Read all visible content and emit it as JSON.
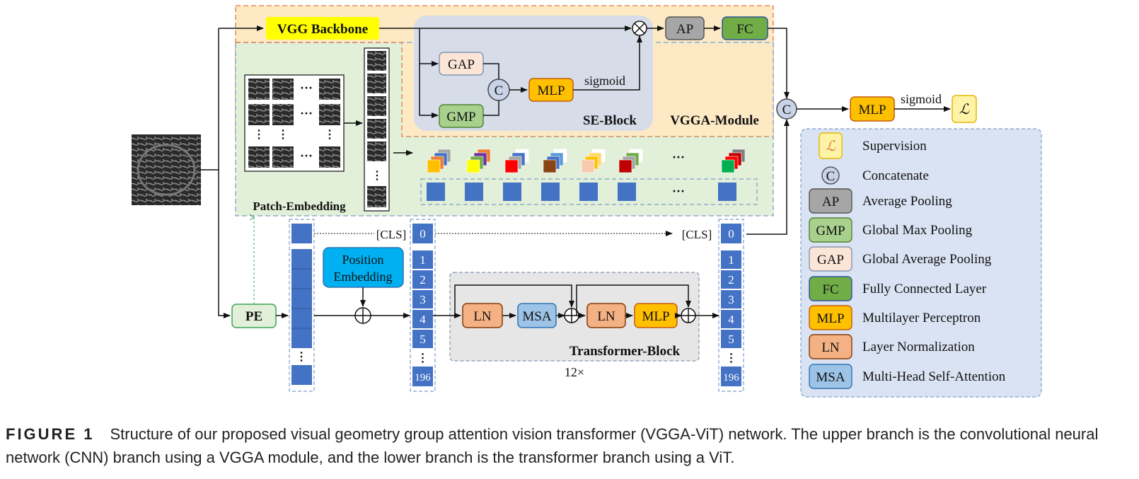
{
  "modules": {
    "vgga_module": "VGGA-Module",
    "se_block": "SE-Block",
    "patch_embedding": "Patch-Embedding",
    "transformer_block": "Transformer-Block",
    "repeat": "12×"
  },
  "blocks": {
    "vgg_backbone": "VGG Backbone",
    "gap": "GAP",
    "gmp": "GMP",
    "concat": "C",
    "mlp": "MLP",
    "ap": "AP",
    "fc": "FC",
    "sigmoid": "sigmoid",
    "pe": "PE",
    "position_embedding_line1": "Position",
    "position_embedding_line2": "Embedding",
    "ln": "LN",
    "msa": "MSA",
    "cls": "[CLS]",
    "supervision_symbol": "ℒ",
    "ellipsis": "···"
  },
  "tokens": [
    "0",
    "1",
    "2",
    "3",
    "4",
    "5",
    "⋮",
    "196"
  ],
  "legend": [
    {
      "symbol": "ℒ",
      "label": "Supervision",
      "fill": "#fff3a8",
      "stroke": "#e6b800"
    },
    {
      "symbol": "C",
      "label": "Concatenate",
      "fill": "#c9d3e8",
      "stroke": "#444"
    },
    {
      "symbol": "AP",
      "label": "Average Pooling",
      "fill": "#a6a6a6",
      "stroke": "#555"
    },
    {
      "symbol": "GMP",
      "label": "Global Max Pooling",
      "fill": "#a9d18e",
      "stroke": "#548235"
    },
    {
      "symbol": "GAP",
      "label": "Global Average Pooling",
      "fill": "#fbe5d6",
      "stroke": "#8497b0"
    },
    {
      "symbol": "FC",
      "label": "Fully Connected Layer",
      "fill": "#70ad47",
      "stroke": "#2f5597"
    },
    {
      "symbol": "MLP",
      "label": "Multilayer Perceptron",
      "fill": "#ffc000",
      "stroke": "#c55a11"
    },
    {
      "symbol": "LN",
      "label": "Layer Normalization",
      "fill": "#f4b183",
      "stroke": "#843c0c"
    },
    {
      "symbol": "MSA",
      "label": "Multi-Head Self-Attention",
      "fill": "#9dc3e6",
      "stroke": "#2e75b6"
    }
  ],
  "caption": {
    "label": "FIGURE 1",
    "text": "Structure of our proposed visual geometry group attention vision transformer (VGGA-ViT) network. The upper branch is the convolutional neural network (CNN) branch using a VGGA module, and the lower branch is the transformer branch using a ViT."
  },
  "colors": {
    "vgga_bg": "#fde9c4",
    "se_bg": "#d6dce8",
    "patch_bg": "#e2efd9",
    "token_blue": "#4472c4",
    "transformer_bg": "#e7e6e6",
    "legend_bg": "#dae3f3"
  }
}
